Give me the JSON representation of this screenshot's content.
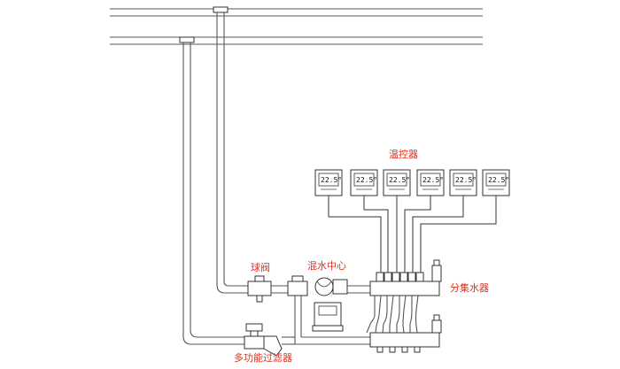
{
  "labels": {
    "thermostat": "温控器",
    "ball_valve": "球阀",
    "mixing_center": "混水中心",
    "manifold": "分集水器",
    "filter": "多功能过滤器"
  },
  "thermostat_reading": "22.5°",
  "colors": {
    "label": "#e0301e",
    "line": "#333333"
  }
}
